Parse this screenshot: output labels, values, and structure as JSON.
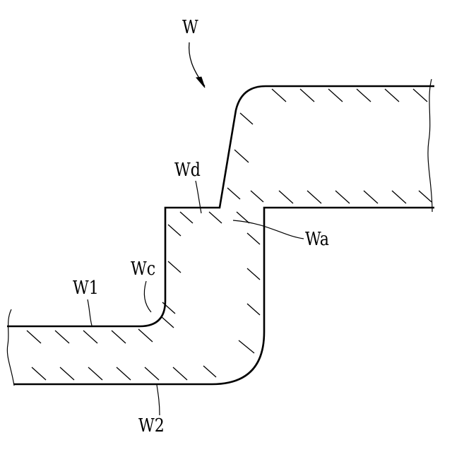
{
  "labels": {
    "w": "W",
    "wd": "Wd",
    "wa": "Wa",
    "wc": "Wc",
    "w1": "W1",
    "w2": "W2"
  },
  "colors": {
    "line": "#000000",
    "background": "#ffffff"
  }
}
